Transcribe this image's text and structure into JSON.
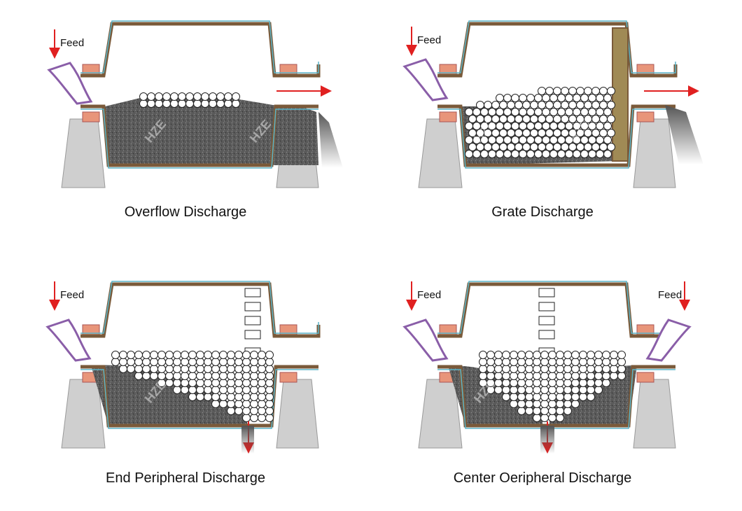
{
  "panels": [
    {
      "caption": "Overflow Discharge",
      "feed_labels": [
        "Feed"
      ]
    },
    {
      "caption": "Grate Discharge",
      "feed_labels": [
        "Feed"
      ]
    },
    {
      "caption": "End Peripheral Discharge",
      "feed_labels": [
        "Feed"
      ]
    },
    {
      "caption": "Center Oeripheral Discharge",
      "feed_labels": [
        "Feed",
        "Feed"
      ]
    }
  ],
  "watermark": "HZE",
  "colors": {
    "shell_outline": "#5ab4c8",
    "shell_body": "#7a5a3a",
    "bearing": "#e8957a",
    "support": "#cfcfcf",
    "ore": "#555555",
    "arrow": "#e02020",
    "feed_pipe": "#8a5ea8",
    "grate_panel": "#a08a55"
  }
}
